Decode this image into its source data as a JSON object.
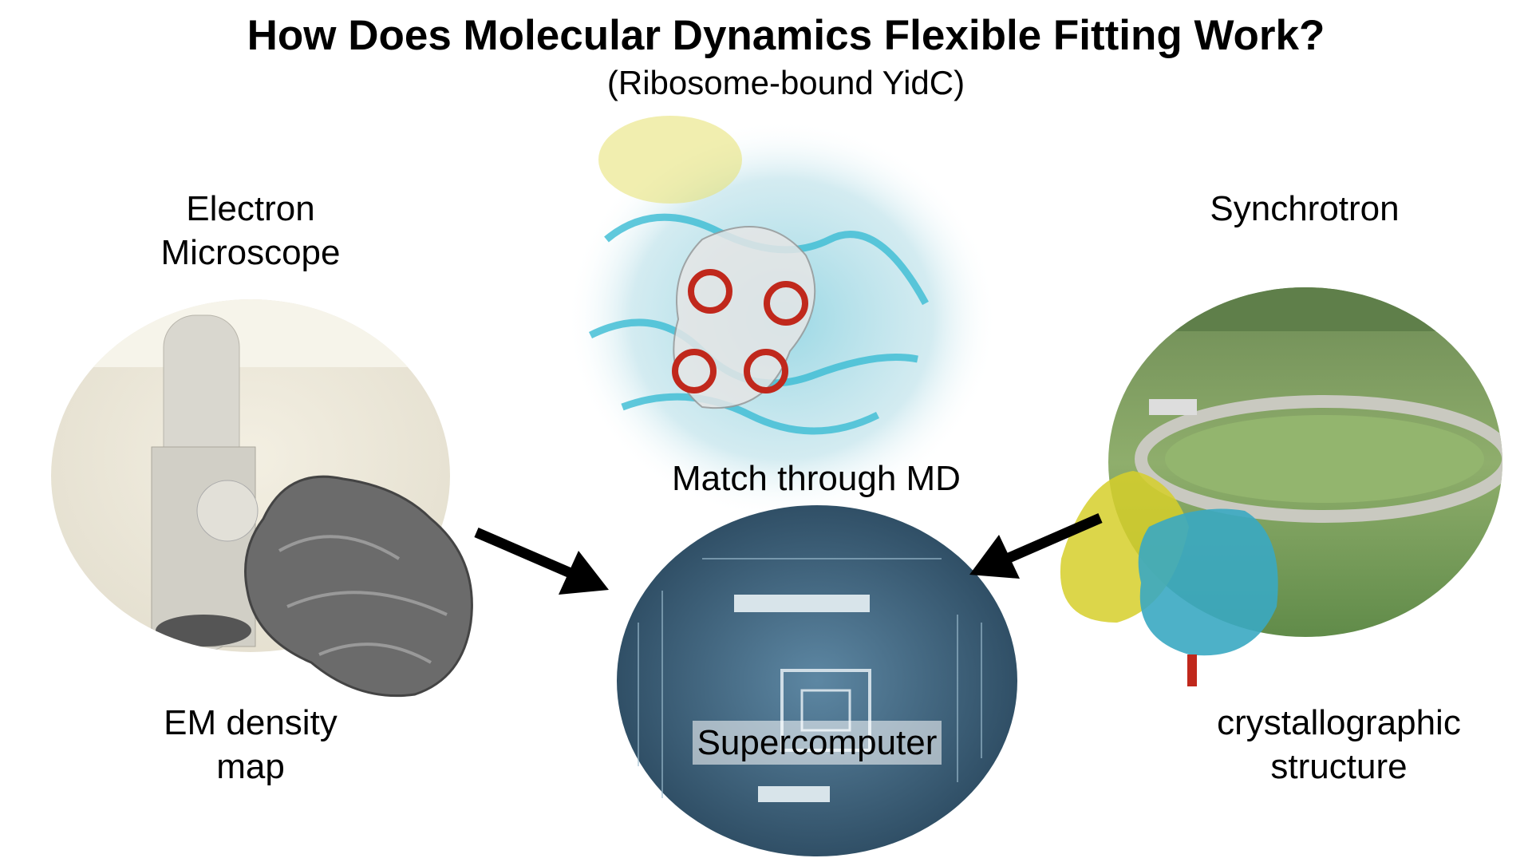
{
  "title": "How Does Molecular Dynamics Flexible Fitting Work?",
  "subtitle": "(Ribosome-bound YidC)",
  "left": {
    "label_line1": "Electron",
    "label_line2": "Microscope",
    "output_line1": "EM density",
    "output_line2": "map"
  },
  "center": {
    "label": "Match through MD",
    "computer_label": "Supercomputer"
  },
  "right": {
    "label": "Synchrotron",
    "output_line1": "crystallographic",
    "output_line2": "structure"
  },
  "colors": {
    "arrow": "#000000",
    "ribosome": "#3bb8cf",
    "yidc": "#c0281c",
    "trna": "#d6cf2a",
    "board": "#2e4f66"
  }
}
